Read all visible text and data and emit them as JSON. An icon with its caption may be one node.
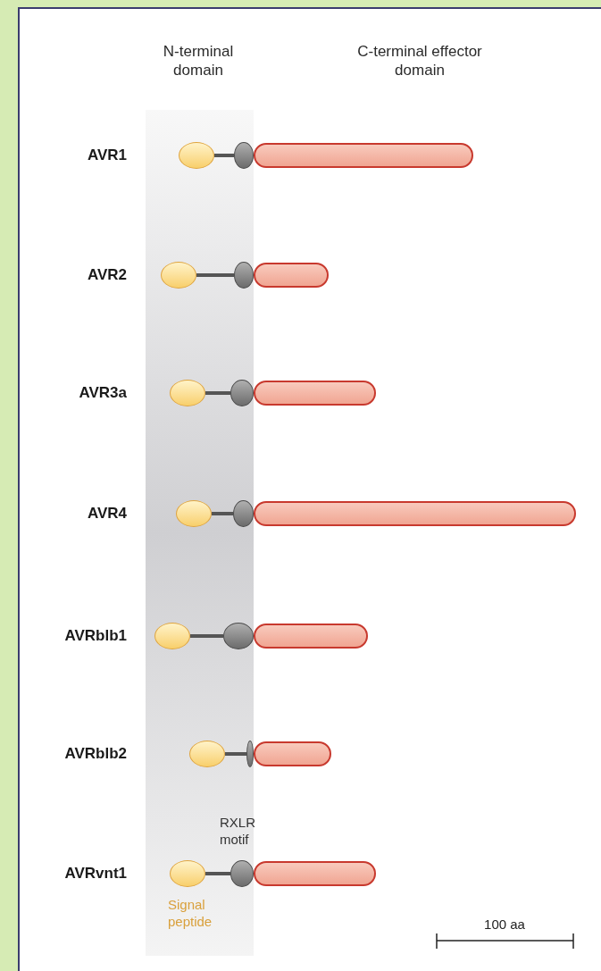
{
  "diagram": {
    "nodes": [
      {
        "text": [],
        "shape": "oval"
      },
      {
        "text": [],
        "shape": "oval"
      },
      {
        "text": [],
        "shape": "bar"
      },
      {
        "text": [],
        "shape": "oval"
      },
      {
        "text": [],
        "shape": "oval"
      },
      {
        "text": [],
        "shape": "bar"
      },
      {
        "text": [],
        "shape": "oval"
      },
      {
        "text": [],
        "shape": "oval"
      },
      {
        "text": [],
        "shape": "bar"
      },
      {
        "text": [],
        "shape": "oval"
      },
      {
        "text": [],
        "shape": "oval"
      },
      {
        "text": [],
        "shape": "bar"
      },
      {
        "text": [],
        "shape": "oval"
      },
      {
        "text": [],
        "shape": "oval"
      },
      {
        "text": [],
        "shape": "bar"
      },
      {
        "text": [],
        "shape": "oval"
      },
      {
        "text": [],
        "shape": "oval"
      },
      {
        "text": [],
        "shape": "bar"
      },
      {
        "text": [],
        "shape": "oval",
        "beside": [
          "Signal peptide"
        ]
      },
      {
        "text": [],
        "shape": "oval",
        "beside": [
          "RXLR motif"
        ]
      },
      {
        "text": [],
        "shape": "bar"
      }
    ],
    "edges": [
      {
        "from": 0,
        "to": 1,
        "arrow": "none"
      },
      {
        "from": 3,
        "to": 4,
        "arrow": "none"
      },
      {
        "from": 6,
        "to": 7,
        "arrow": "none"
      },
      {
        "from": 9,
        "to": 10,
        "arrow": "none"
      },
      {
        "from": 12,
        "to": 13,
        "arrow": "none"
      },
      {
        "from": 15,
        "to": 16,
        "arrow": "none"
      },
      {
        "from": 18,
        "to": 19,
        "arrow": "none"
      }
    ],
    "labels": [
      "N-terminal domain",
      "C-terminal effector domain",
      "AVR1",
      "AVR2",
      "AVR3a",
      "AVR4",
      "AVRblb1",
      "AVRblb2",
      "AVRvnt1",
      "100 aa"
    ]
  }
}
